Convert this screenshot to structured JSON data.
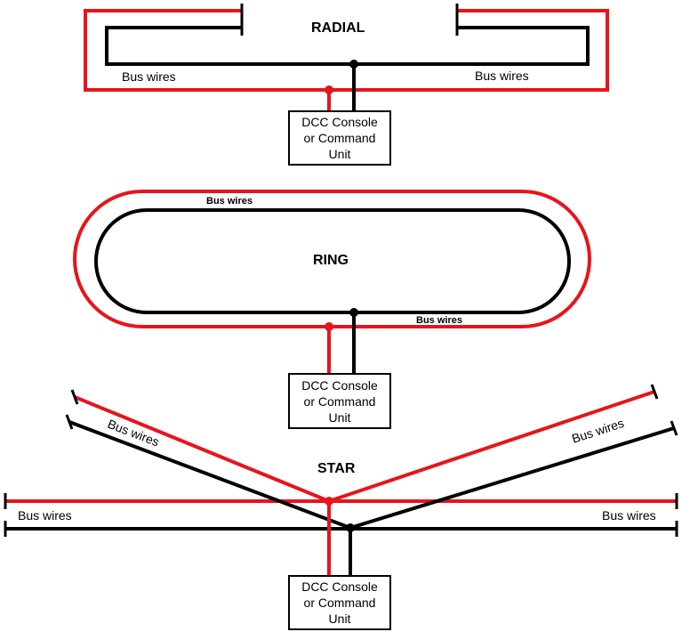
{
  "colors": {
    "red_wire": "#e8141b",
    "black_wire": "#000000",
    "background": "#ffffff"
  },
  "radial": {
    "title": "RADIAL",
    "bus_label_left": "Bus wires",
    "bus_label_right": "Bus wires",
    "console": {
      "line1": "DCC Console",
      "line2": "or Command",
      "line3": "Unit"
    }
  },
  "ring": {
    "title": "RING",
    "bus_label_top": "Bus wires",
    "bus_label_bottom": "Bus wires",
    "console": {
      "line1": "DCC Console",
      "line2": "or Command",
      "line3": "Unit"
    }
  },
  "star": {
    "title": "STAR",
    "bus_label_upper_left": "Bus wires",
    "bus_label_upper_right": "Bus wires",
    "bus_label_left": "Bus wires",
    "bus_label_right": "Bus wires",
    "console": {
      "line1": "DCC Console",
      "line2": "or Command",
      "line3": "Unit"
    }
  }
}
